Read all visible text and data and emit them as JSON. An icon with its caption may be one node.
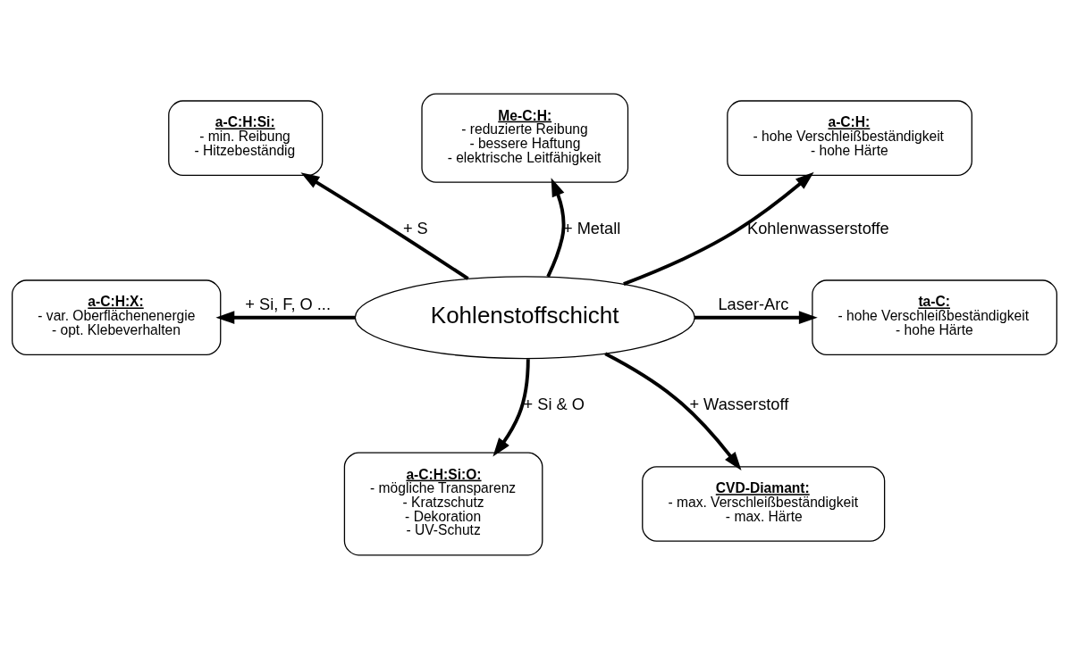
{
  "diagram": {
    "nodes": [
      {
        "text": [
          "a-C:H:Si:",
          "- min. Reibung",
          "- Hitzebeständig"
        ]
      },
      {
        "text": [
          "Me-C:H:",
          "- reduzierte Reibung",
          "- bessere Haftung",
          "- elektrische Leitfähigkeit"
        ]
      },
      {
        "text": [
          "a-C:H:",
          "- hohe Verschleißbeständigkeit",
          "- hohe Härte"
        ]
      },
      {
        "text": [
          "a-C:H:X:",
          "- var. Oberflächenenergie",
          "- opt. Klebeverhalten"
        ]
      },
      {
        "text": [
          "Kohlenstoffschicht"
        ]
      },
      {
        "text": [
          "ta-C:",
          "- hohe Verschleißbeständigkeit",
          "- hohe Härte"
        ]
      },
      {
        "text": [
          "a-C:H:Si:O:",
          "- mögliche Transparenz",
          "- Kratzschutz",
          "- Dekoration",
          "- UV-Schutz"
        ]
      },
      {
        "text": [
          "CVD-Diamant:",
          "- max. Verschleißbeständigkeit",
          "- max. Härte"
        ]
      }
    ],
    "edges": [
      {
        "from": 4,
        "to": 0,
        "arrow": "to",
        "label": "+ S"
      },
      {
        "from": 4,
        "to": 1,
        "arrow": "to",
        "label": "+ Metall"
      },
      {
        "from": 4,
        "to": 2,
        "arrow": "to",
        "label": "Kohlenwasserstoffe"
      },
      {
        "from": 4,
        "to": 3,
        "arrow": "to",
        "label": "+ Si, F, O ..."
      },
      {
        "from": 4,
        "to": 5,
        "arrow": "to",
        "label": "Laser-Arc"
      },
      {
        "from": 4,
        "to": 6,
        "arrow": "to",
        "label": "+ Si & O"
      },
      {
        "from": 4,
        "to": 7,
        "arrow": "to",
        "label": "+ Wasserstoff"
      }
    ]
  }
}
